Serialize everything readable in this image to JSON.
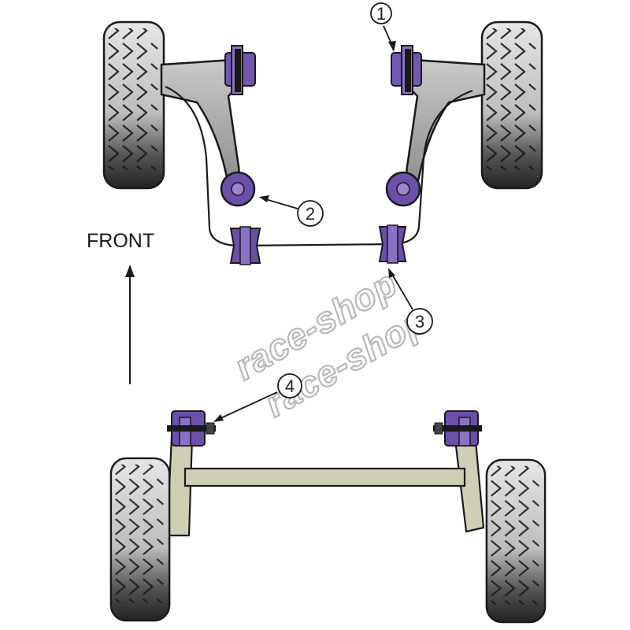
{
  "labels": {
    "front": "FRONT",
    "callout_1": "1",
    "callout_2": "2",
    "callout_3": "3",
    "callout_4": "4"
  },
  "watermark": {
    "line_1": "race-shop",
    "line_2": "race-shop"
  },
  "colors": {
    "bushing_purple": "#6b4fa8",
    "bushing_light": "#9a84cc",
    "arm_grey": "#a3a3a3",
    "rear_beam": "#cfcfb5",
    "tyre_dark": "#2f2f2f",
    "tyre_light": "#d9d9d9",
    "outline": "#1a1a1a"
  }
}
